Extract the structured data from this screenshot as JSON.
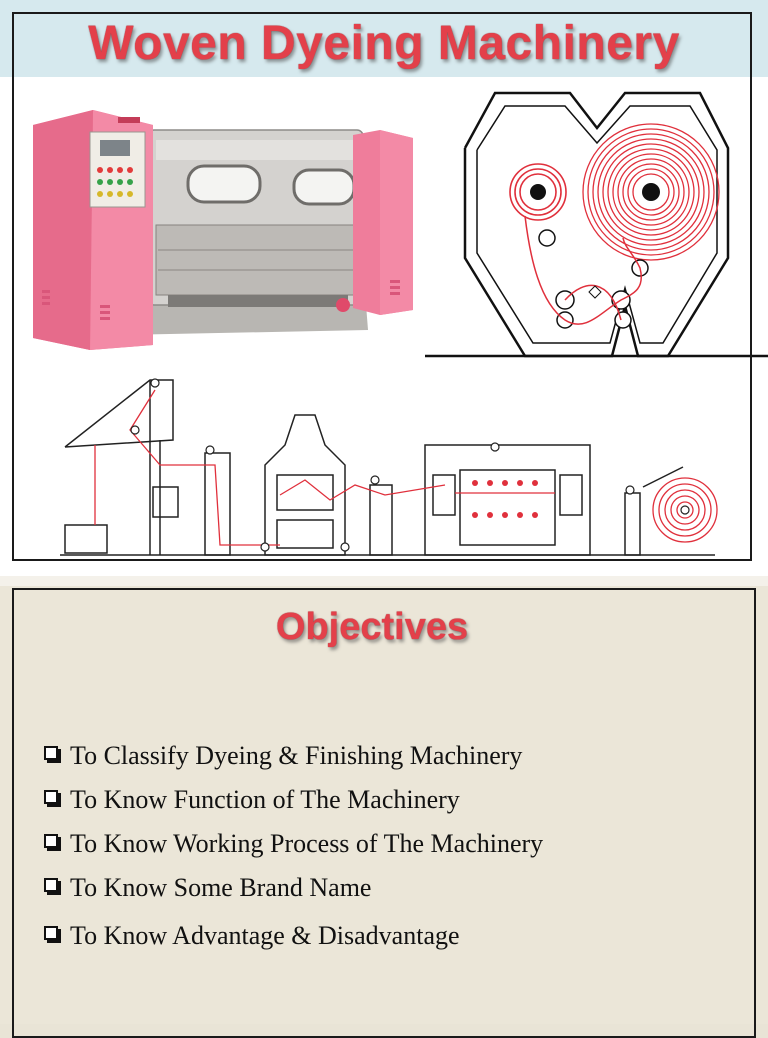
{
  "slide1": {
    "title": "Woven Dyeing Machinery",
    "colors": {
      "title": "#e3404a",
      "machine_pink": "#ef7d9b",
      "diagram_red": "#e0303c",
      "band": "#d6e9ee"
    },
    "figures": [
      "jigger-machine-photo",
      "jigger-cross-section-diagram",
      "continuous-dyeing-range-diagram"
    ]
  },
  "slide2": {
    "title": "Objectives",
    "items": [
      {
        "text": "To Classify Dyeing & Finishing Machinery"
      },
      {
        "text": "To Know Function of The Machinery"
      },
      {
        "text": "To Know Working Process of The Machinery"
      },
      {
        "text": "To Know Some Brand Name"
      },
      {
        "text": "To Know Advantage & Disadvantage"
      }
    ]
  }
}
